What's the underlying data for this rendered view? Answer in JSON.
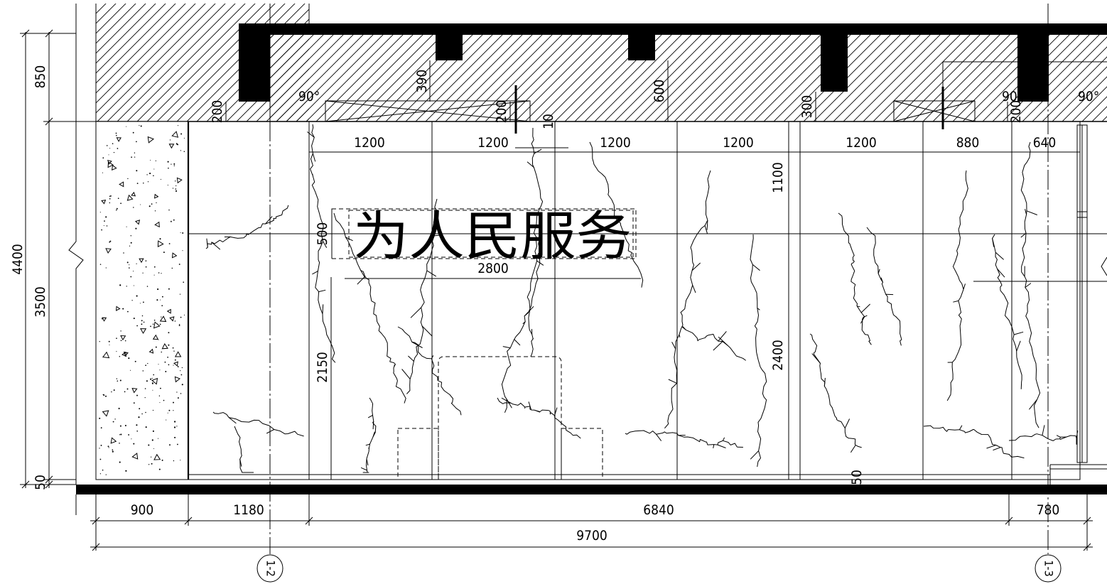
{
  "title_text": "为人民服务",
  "colors": {
    "line": "#000000",
    "background": "#ffffff"
  },
  "left_dimensions": {
    "total_height": "4400",
    "ceiling_zone": "850",
    "wall_zone": "3500",
    "floor_zone": "50"
  },
  "ceiling_dimensions": {
    "soffit_left": "200",
    "beam_a_depth": "390",
    "recess_a": "200",
    "beam_b_depth": "600",
    "small_gap": "10",
    "beam_c_depth": "300",
    "soffit_right": "200",
    "angle_left_1": "90°",
    "angle_right_1": "90",
    "angle_right_2": "90°"
  },
  "panel_widths": [
    "1200",
    "1200",
    "1200",
    "1200",
    "1200",
    "880",
    "640"
  ],
  "wall_dimensions": {
    "sign_height": "500",
    "sign_width": "2800",
    "upper_band": "1100",
    "panel_height_left": "2150",
    "panel_height_right": "2400",
    "skirting_gap": "50"
  },
  "bottom_dimensions": {
    "segments": [
      "900",
      "1180",
      "6840",
      "780"
    ],
    "overall": "9700"
  },
  "grid_axes": [
    "1-2",
    "1-3"
  ]
}
